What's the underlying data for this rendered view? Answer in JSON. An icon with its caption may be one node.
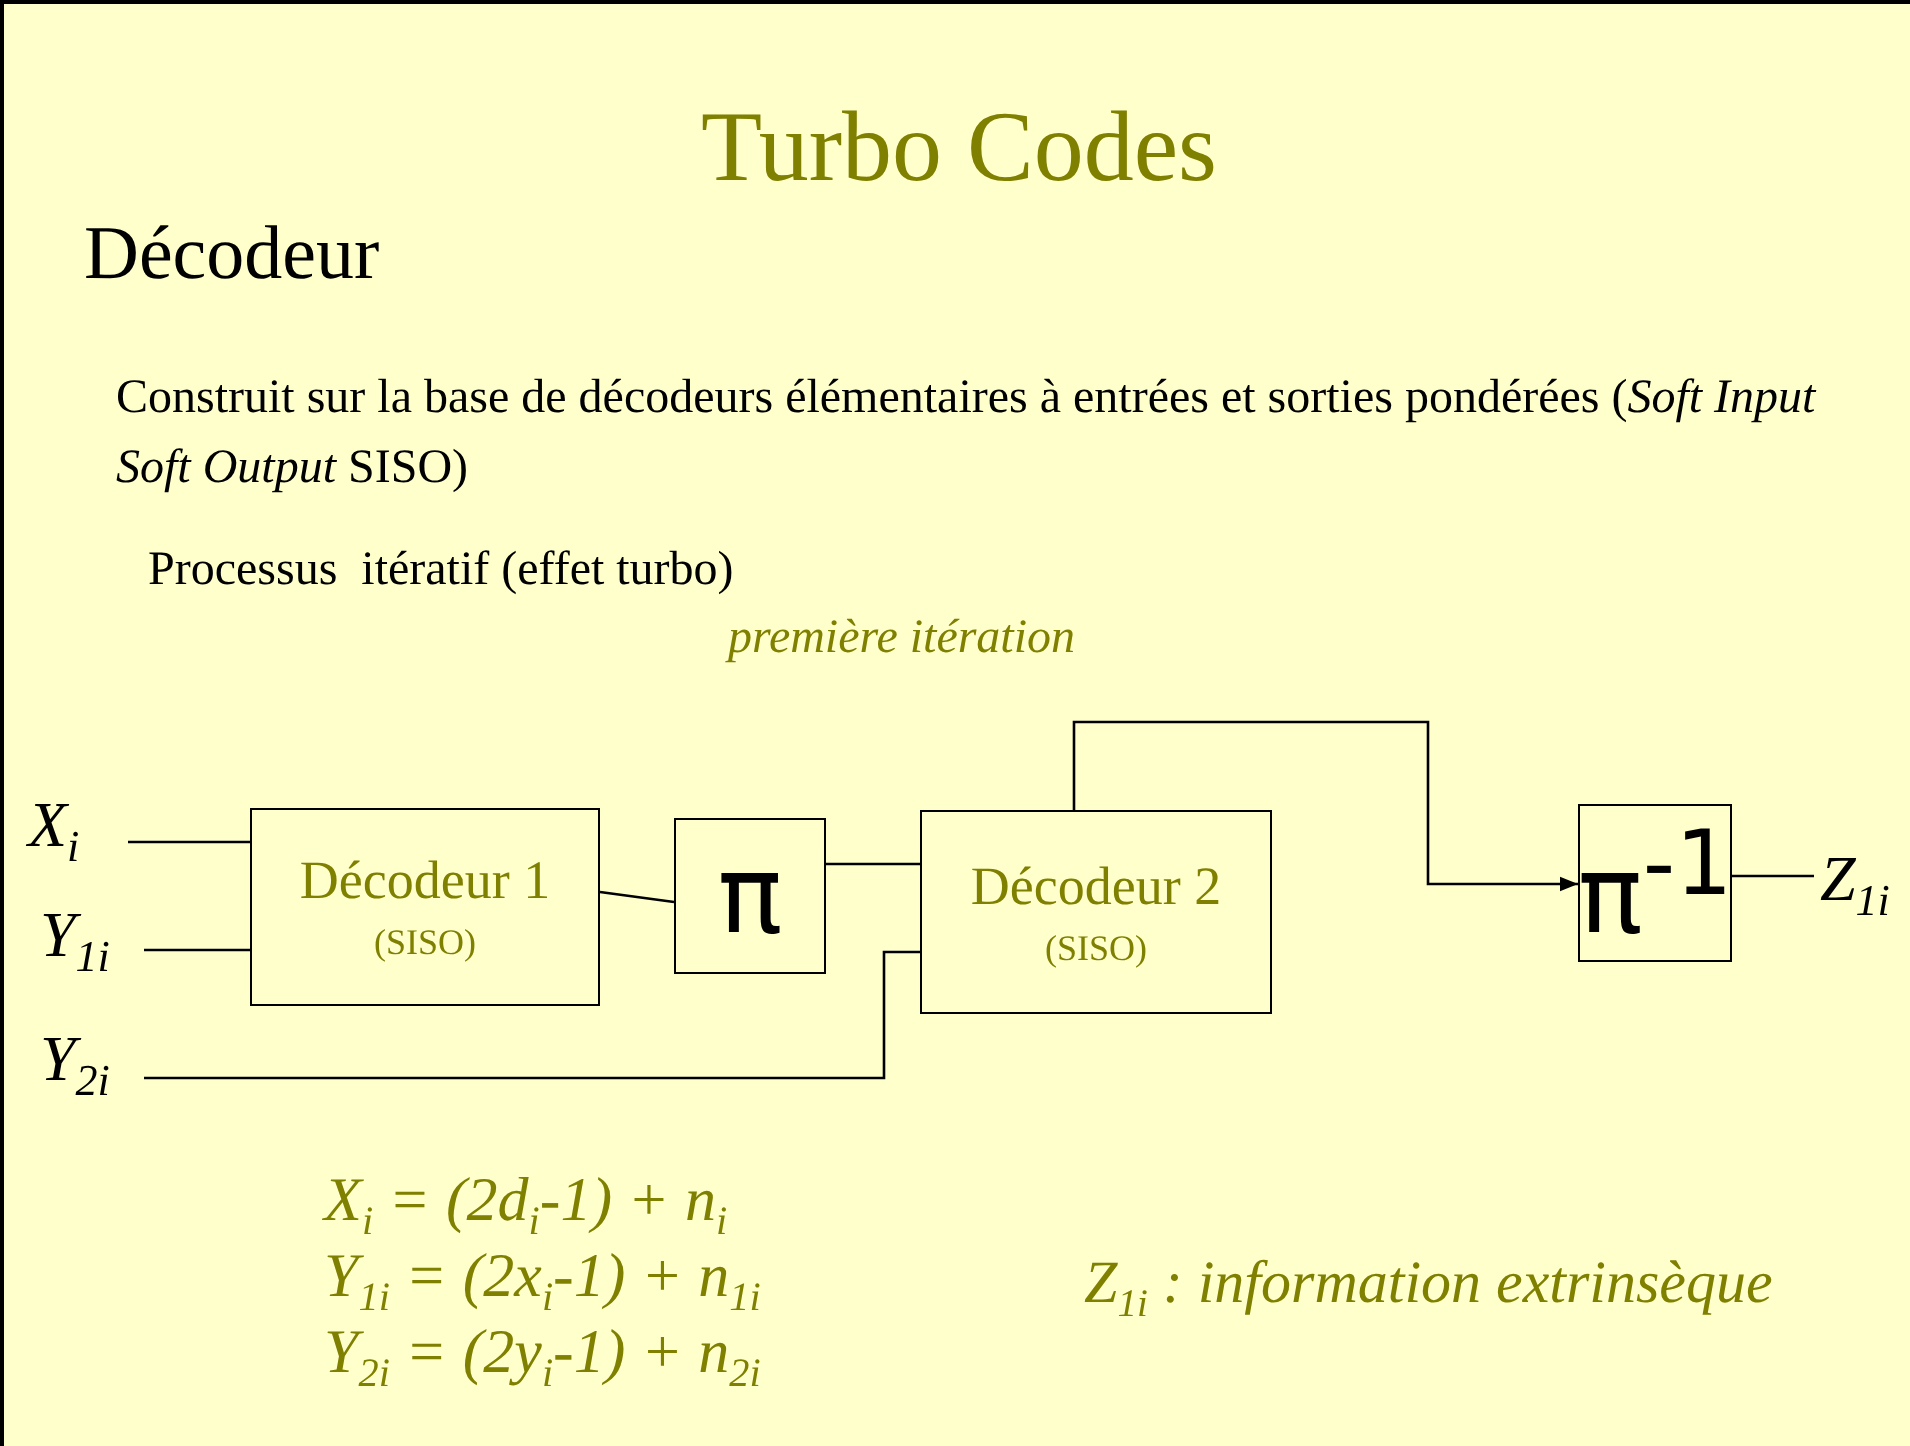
{
  "diagram": {
    "title": "Turbo Codes",
    "nodes": [
      {
        "text": [
          "X$_{i}$"
        ]
      },
      {
        "text": [
          "Y$_{1i}$"
        ]
      },
      {
        "text": [
          "Y$_{2i}$"
        ]
      },
      {
        "text": [
          "Décodeur 1",
          "(SISO)"
        ]
      },
      {
        "text": [
          "π"
        ]
      },
      {
        "text": [
          "Décodeur 2",
          "(SISO)"
        ]
      },
      {
        "text": [
          "π$^{-1}$"
        ]
      },
      {
        "text": [
          "Z$_{1i}$"
        ]
      }
    ],
    "edges": [
      {
        "from": 0,
        "to": 3,
        "arrow": "none"
      },
      {
        "from": 1,
        "to": 3,
        "arrow": "none"
      },
      {
        "from": 3,
        "to": 4,
        "arrow": "none"
      },
      {
        "from": 4,
        "to": 5,
        "arrow": "none"
      },
      {
        "from": 2,
        "to": 5,
        "arrow": "none"
      },
      {
        "from": 5,
        "to": 6,
        "arrow": "to"
      },
      {
        "from": 6,
        "to": 7,
        "arrow": "none"
      }
    ],
    "labels": [
      "Décodeur",
      "Construit sur la base de décodeurs élémentaires à entrées et sorties pondérées (*Soft Input Soft Output* SISO)",
      "Processus  itératif (effet turbo)",
      "première itération",
      "X$_{i}$ = (2d$_{i}$-1) + n$_{i}$",
      "Y$_{1i}$ = (2x$_{i}$-1) + n$_{1i}$",
      "Y$_{2i}$ = (2y$_{i}$-1) + n$_{2i}$",
      "Z$_{1i}$ : information extrinsèque"
    ]
  }
}
